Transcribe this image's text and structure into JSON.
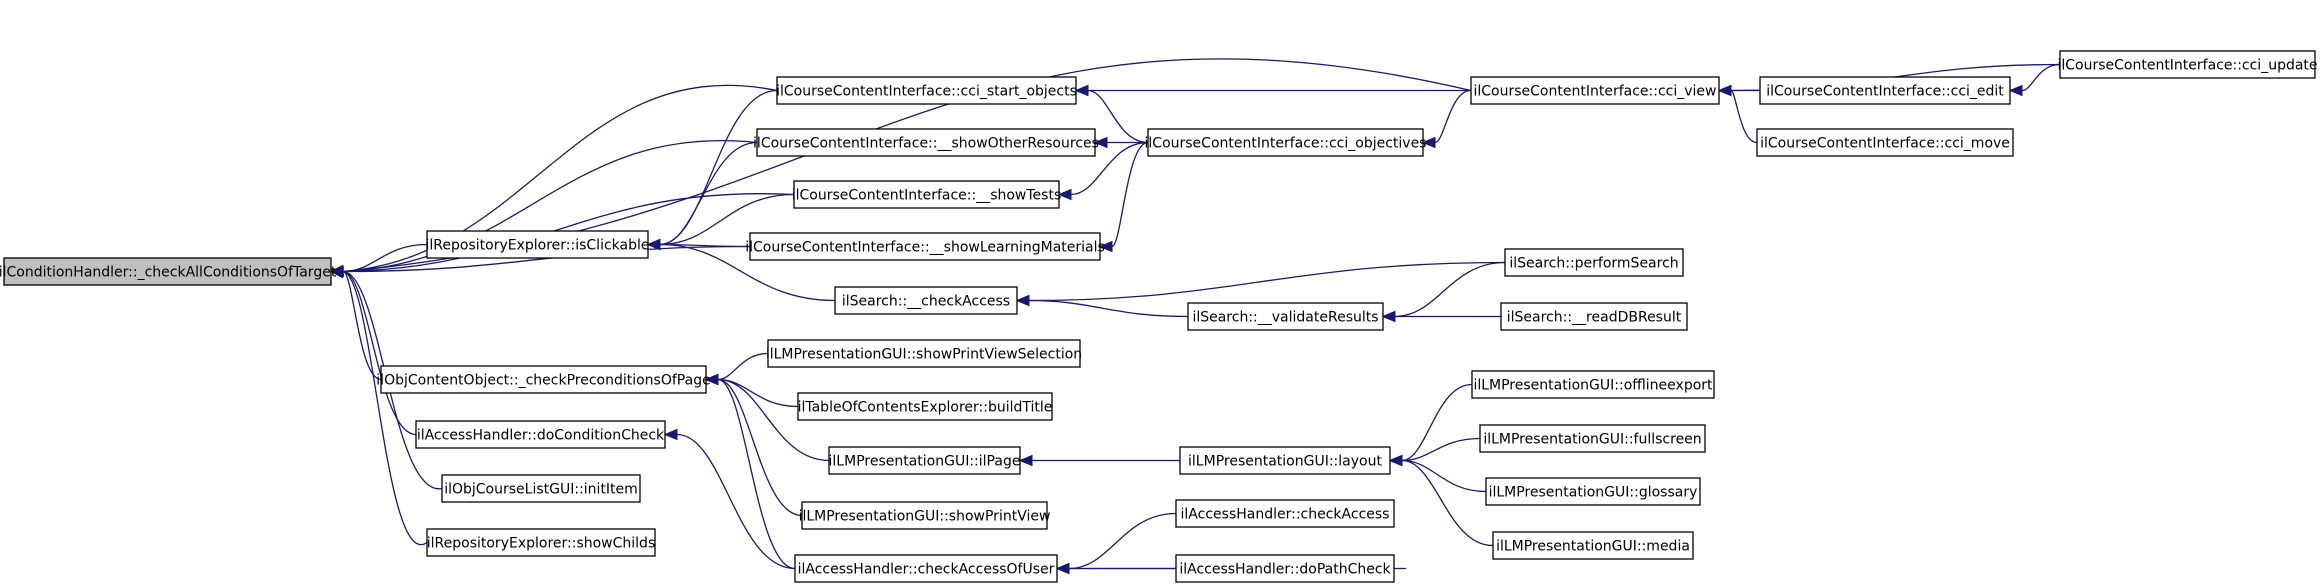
{
  "graph": {
    "colors": {
      "edge": "#191970",
      "root_fill": "#bfbfbf",
      "node_fill": "#ffffff",
      "node_border": "#000000"
    },
    "nodes": [
      {
        "id": "root",
        "label": "ilConditionHandler::_checkAllConditionsOfTarget",
        "root": true
      },
      {
        "id": "isClickable",
        "label": "ilRepositoryExplorer::isClickable"
      },
      {
        "id": "checkPre",
        "label": "ilObjContentObject::_checkPreconditionsOfPage"
      },
      {
        "id": "doCondCheck",
        "label": "ilAccessHandler::doConditionCheck"
      },
      {
        "id": "initItem",
        "label": "ilObjCourseListGUI::initItem"
      },
      {
        "id": "showChilds",
        "label": "ilRepositoryExplorer::showChilds"
      },
      {
        "id": "cciStart",
        "label": "ilCourseContentInterface::cci_start_objects"
      },
      {
        "id": "showOther",
        "label": "ilCourseContentInterface::__showOtherResources"
      },
      {
        "id": "showTests",
        "label": "ilCourseContentInterface::__showTests"
      },
      {
        "id": "showLM",
        "label": "ilCourseContentInterface::__showLearningMaterials"
      },
      {
        "id": "checkAccess",
        "label": "ilSearch::__checkAccess"
      },
      {
        "id": "showPrintSel",
        "label": "ilLMPresentationGUI::showPrintViewSelection"
      },
      {
        "id": "buildTitle",
        "label": "ilTableOfContentsExplorer::buildTitle"
      },
      {
        "id": "ilPage",
        "label": "ilLMPresentationGUI::ilPage"
      },
      {
        "id": "showPrint",
        "label": "ilLMPresentationGUI::showPrintView"
      },
      {
        "id": "checkAccessUser",
        "label": "ilAccessHandler::checkAccessOfUser"
      },
      {
        "id": "cciObj",
        "label": "ilCourseContentInterface::cci_objectives"
      },
      {
        "id": "validate",
        "label": "ilSearch::__validateResults"
      },
      {
        "id": "layout",
        "label": "ilLMPresentationGUI::layout"
      },
      {
        "id": "acCheckAccess",
        "label": "ilAccessHandler::checkAccess"
      },
      {
        "id": "doPath",
        "label": "ilAccessHandler::doPathCheck"
      },
      {
        "id": "cciView",
        "label": "ilCourseContentInterface::cci_view"
      },
      {
        "id": "perform",
        "label": "ilSearch::performSearch"
      },
      {
        "id": "readDB",
        "label": "ilSearch::__readDBResult"
      },
      {
        "id": "offline",
        "label": "ilLMPresentationGUI::offlineexport"
      },
      {
        "id": "fullscreen",
        "label": "ilLMPresentationGUI::fullscreen"
      },
      {
        "id": "glossary",
        "label": "ilLMPresentationGUI::glossary"
      },
      {
        "id": "media",
        "label": "ilLMPresentationGUI::media"
      },
      {
        "id": "cciEdit",
        "label": "ilCourseContentInterface::cci_edit"
      },
      {
        "id": "cciMove",
        "label": "ilCourseContentInterface::cci_move"
      },
      {
        "id": "cciUpdate",
        "label": "ilCourseContentInterface::cci_update"
      }
    ],
    "edges": [
      {
        "from": "isClickable",
        "to": "root"
      },
      {
        "from": "checkPre",
        "to": "root"
      },
      {
        "from": "doCondCheck",
        "to": "root"
      },
      {
        "from": "initItem",
        "to": "root"
      },
      {
        "from": "showChilds",
        "to": "root"
      },
      {
        "from": "cciStart",
        "to": "root"
      },
      {
        "from": "showOther",
        "to": "root"
      },
      {
        "from": "showTests",
        "to": "root"
      },
      {
        "from": "showLM",
        "to": "root"
      },
      {
        "from": "cciView",
        "to": "root"
      },
      {
        "from": "cciStart",
        "to": "isClickable"
      },
      {
        "from": "showOther",
        "to": "isClickable"
      },
      {
        "from": "showTests",
        "to": "isClickable"
      },
      {
        "from": "showLM",
        "to": "isClickable"
      },
      {
        "from": "checkAccess",
        "to": "isClickable"
      },
      {
        "from": "cciObj",
        "to": "cciStart"
      },
      {
        "from": "cciView",
        "to": "cciStart"
      },
      {
        "from": "cciObj",
        "to": "showOther"
      },
      {
        "from": "cciObj",
        "to": "showTests"
      },
      {
        "from": "cciObj",
        "to": "showLM"
      },
      {
        "from": "cciView",
        "to": "cciObj"
      },
      {
        "from": "cciUpdate",
        "to": "cciView"
      },
      {
        "from": "cciEdit",
        "to": "cciView"
      },
      {
        "from": "cciMove",
        "to": "cciView"
      },
      {
        "from": "cciUpdate",
        "to": "cciEdit"
      },
      {
        "from": "perform",
        "to": "checkAccess"
      },
      {
        "from": "validate",
        "to": "checkAccess"
      },
      {
        "from": "perform",
        "to": "validate"
      },
      {
        "from": "readDB",
        "to": "validate"
      },
      {
        "from": "showPrintSel",
        "to": "checkPre"
      },
      {
        "from": "buildTitle",
        "to": "checkPre"
      },
      {
        "from": "ilPage",
        "to": "checkPre"
      },
      {
        "from": "showPrint",
        "to": "checkPre"
      },
      {
        "from": "checkAccessUser",
        "to": "checkPre"
      },
      {
        "from": "layout",
        "to": "ilPage"
      },
      {
        "from": "offline",
        "to": "layout"
      },
      {
        "from": "fullscreen",
        "to": "layout"
      },
      {
        "from": "glossary",
        "to": "layout"
      },
      {
        "from": "media",
        "to": "layout"
      },
      {
        "from": "checkAccessUser",
        "to": "doCondCheck"
      },
      {
        "from": "acCheckAccess",
        "to": "checkAccessUser"
      },
      {
        "from": "doPath",
        "to": "checkAccessUser"
      },
      {
        "from": "checkAccessUser",
        "to": "doPath"
      }
    ]
  }
}
